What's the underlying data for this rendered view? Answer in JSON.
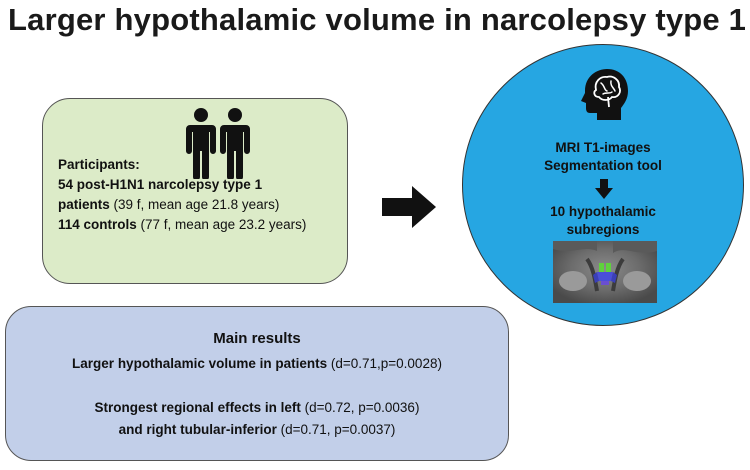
{
  "title": "Larger hypothalamic volume in narcolepsy type 1",
  "participants": {
    "icon": "people-icon",
    "heading": "Participants:",
    "line1": "54 post-H1N1 narcolepsy type 1",
    "line2_bold": "patients",
    "line2_normal": " (39 f, mean age 21.8 years)",
    "line3_bold": "114 controls",
    "line3_normal": " (77 f, mean age 23.2 years)"
  },
  "flow_arrow": "right-arrow-icon",
  "method": {
    "icon": "head-brain-icon",
    "line1": "MRI T1-images",
    "line2": "Segmentation tool",
    "line3": "10 hypothalamic",
    "line4": "subregions",
    "image": "mri-segmentation-image"
  },
  "results": {
    "heading": "Main results",
    "line1_bold": "Larger hypothalamic volume in patients",
    "line1_normal": " (d=0.71,p=0.0028)",
    "line2_bold": "Strongest regional effects in left",
    "line2_normal": " (d=0.72, p=0.0036)",
    "line3_bold": "and right tubular-inferior",
    "line3_normal": " (d=0.71, p=0.0037)"
  },
  "colors": {
    "participants_box": "#dcebc8",
    "method_circle": "#26a6e2",
    "results_box": "#c2cfe9"
  }
}
